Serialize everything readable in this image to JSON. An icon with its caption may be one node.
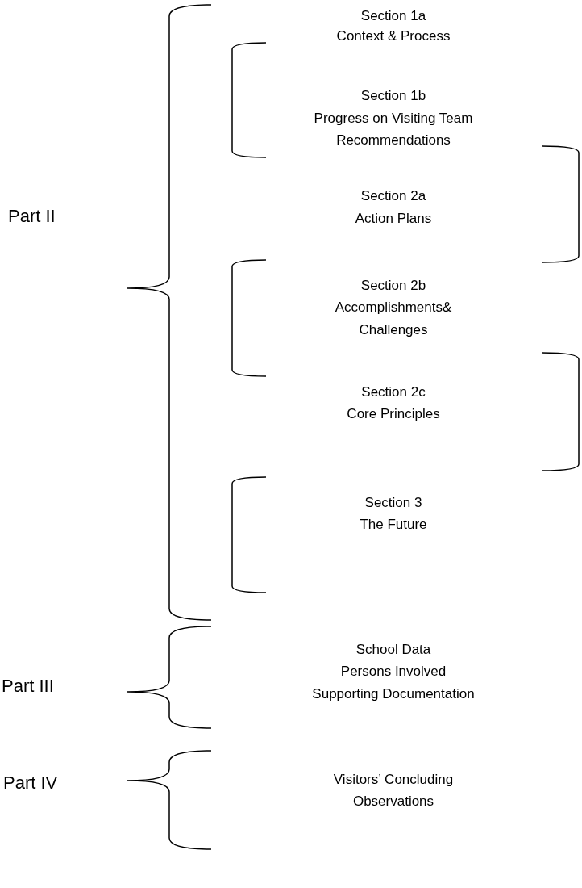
{
  "diagram": {
    "labels": [
      "Section 1a",
      "Context & Process",
      "Section 1b",
      "Progress on Visiting Team",
      "Recommendations",
      "Section 2a",
      "Part II",
      "Action Plans",
      "Section 2b",
      "Accomplishments&",
      "Challenges",
      "Section 2c",
      "Core Principles",
      "Section 3",
      "The Future",
      "School Data",
      "Persons Involved",
      "Part III",
      "Supporting Documentation",
      "Visitors’ Concluding",
      "Part IV",
      "Observations"
    ]
  }
}
